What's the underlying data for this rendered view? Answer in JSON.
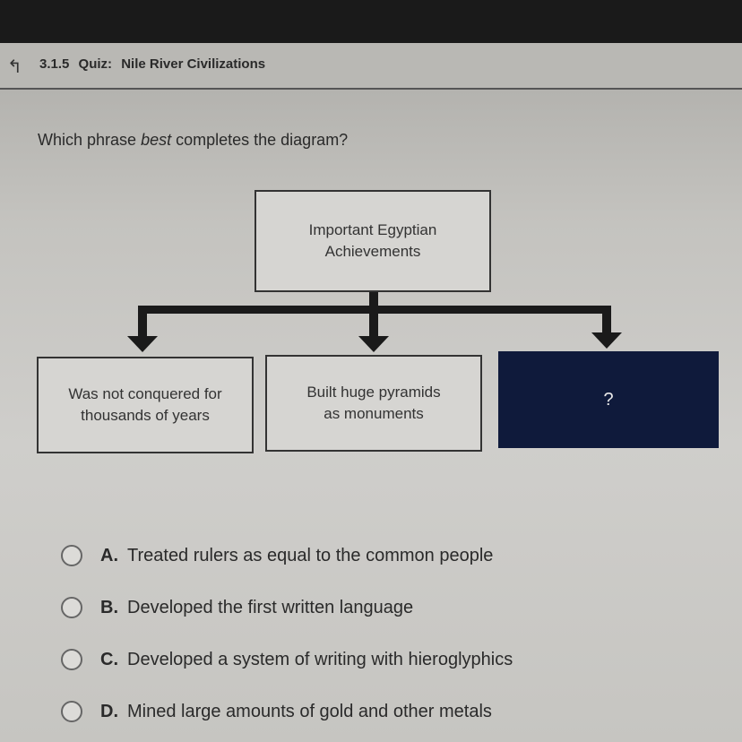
{
  "header": {
    "quiz_number": "3.1.5",
    "quiz_label": "Quiz:",
    "quiz_title": "Nile River Civilizations"
  },
  "question": {
    "prompt_before": "Which phrase ",
    "prompt_emphasis": "best",
    "prompt_after": " completes the diagram?"
  },
  "diagram": {
    "root": "Important Egyptian Achievements",
    "children": [
      "Was not conquered for thousands of years",
      "Built huge pyramids as monuments",
      "?"
    ]
  },
  "options": [
    {
      "letter": "A.",
      "text": "Treated rulers as equal to the common people"
    },
    {
      "letter": "B.",
      "text": "Developed the first written language"
    },
    {
      "letter": "C.",
      "text": "Developed a system of writing with hieroglyphics"
    },
    {
      "letter": "D.",
      "text": "Mined large amounts of gold and other metals"
    }
  ]
}
